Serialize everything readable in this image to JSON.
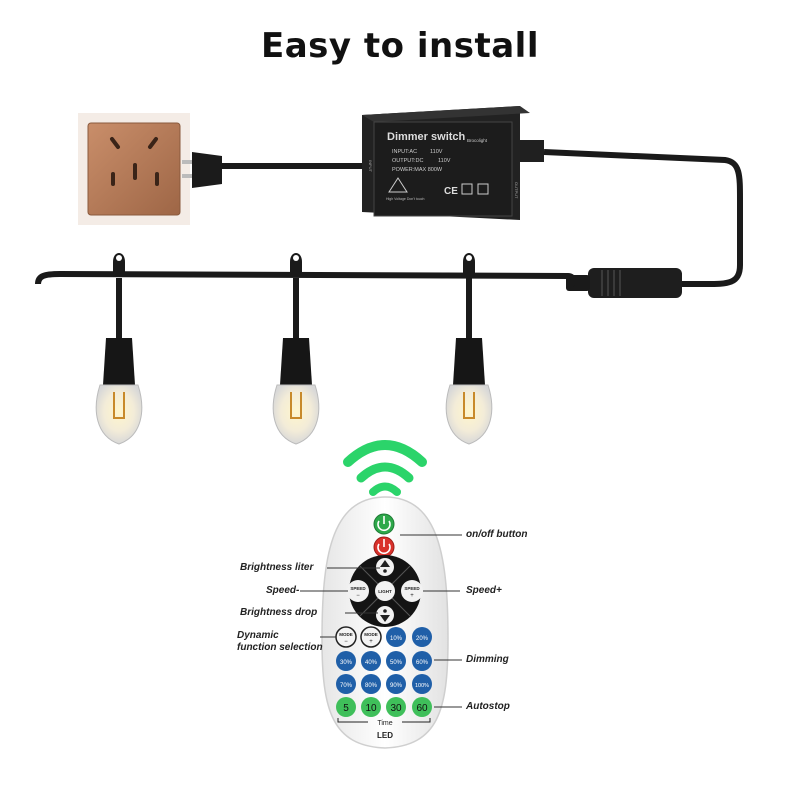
{
  "title": "Easy to install",
  "dimmer_box": {
    "title": "Dimmer switch",
    "brand": "Brocolight",
    "input": "INPUT:AC",
    "input_value": "110V",
    "output": "OUTPUT:DC",
    "output_value": "110V",
    "power": "POWER:MAX 800W",
    "side_in": "INPUT",
    "side_out": "OUTPUT",
    "warning": "High Voltage Don't touch",
    "mark_ce": "CE"
  },
  "remote": {
    "buttons": {
      "light": "LIGHT",
      "speed_minus": "SPEED",
      "speed_plus": "SPEED",
      "mode_minus": "MODE",
      "mode_plus": "MODE"
    },
    "dimming": [
      "10%",
      "20%",
      "30%",
      "40%",
      "50%",
      "60%",
      "70%",
      "80%",
      "90%",
      "100%"
    ],
    "timer": [
      "5",
      "10",
      "30",
      "60"
    ],
    "time_label": "Time",
    "brand": "LED"
  },
  "callouts": {
    "on_off": "on/off button",
    "brightness_liter": "Brightness liter",
    "speed_minus": "Speed-",
    "speed_plus": "Speed+",
    "brightness_drop": "Brightness drop",
    "dynamic": "Dynamic",
    "function_selection": "function selection",
    "dimming": "Dimming",
    "autostop": "Autostop"
  },
  "colors": {
    "cable": "#1a1a1a",
    "box": "#1c1c1c",
    "outlet": "#b57a58",
    "signal": "#2bd46a",
    "dim_blue": "#1f5fa8",
    "timer_green": "#3fbf5a",
    "power_red": "#d9312b",
    "power_green": "#2da84a"
  }
}
